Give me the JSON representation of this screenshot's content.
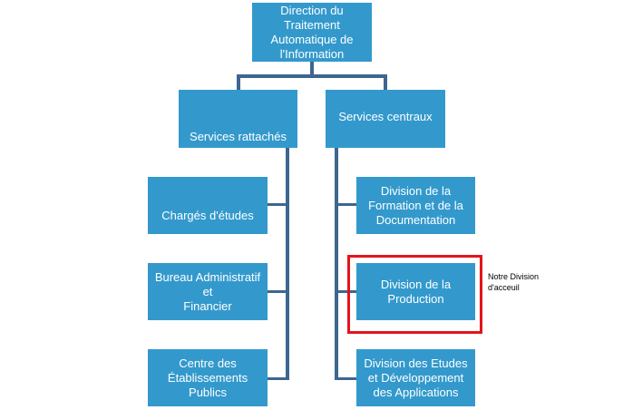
{
  "root": "Direction du\nTraitement\nAutomatique de\nl'Information",
  "branches": {
    "left": "Services rattachés",
    "right": "Services centraux"
  },
  "left_units": [
    "Chargés d'études",
    "Bureau Administratif et\nFinancier",
    "Centre des\nÉtablissements Publics"
  ],
  "right_units": [
    "Division de la\nFormation et de la\nDocumentation",
    "Division de la\nProduction",
    "Division des Etudes\net Développement\ndes Applications"
  ],
  "note": "Notre Division\nd'acceuil",
  "colors": {
    "box": "#3399cc",
    "line": "#3d6690",
    "highlight": "#e3141b"
  }
}
